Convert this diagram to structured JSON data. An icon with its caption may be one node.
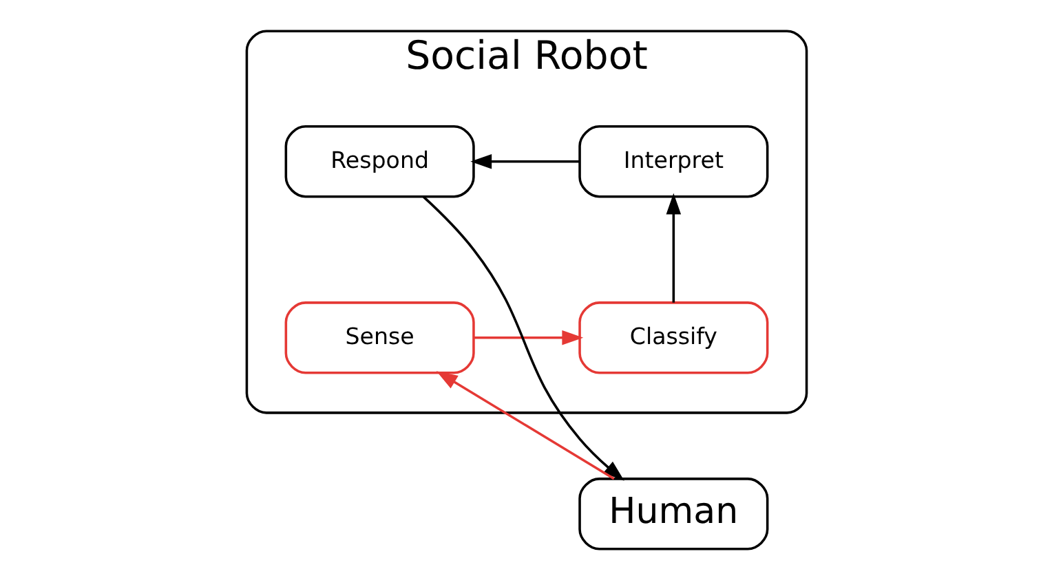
{
  "diagram": {
    "nodes": [
      {
        "text": [
          "Social Robot"
        ]
      },
      {
        "text": [
          "Human"
        ]
      },
      {
        "text": [
          "Sense"
        ],
        "in": 0
      },
      {
        "text": [
          "Classify"
        ],
        "in": 0
      },
      {
        "text": [
          "Interpret"
        ],
        "in": 0
      },
      {
        "text": [
          "Respond"
        ],
        "in": 0
      }
    ],
    "edges": [
      {
        "from": 1,
        "to": 2,
        "arrow": "to",
        "color": "#e53935"
      },
      {
        "from": 2,
        "to": 3,
        "arrow": "to",
        "color": "#e53935"
      },
      {
        "from": 3,
        "to": 4,
        "arrow": "to"
      },
      {
        "from": 4,
        "to": 5,
        "arrow": "to"
      },
      {
        "from": 5,
        "to": 1,
        "arrow": "to"
      }
    ]
  }
}
